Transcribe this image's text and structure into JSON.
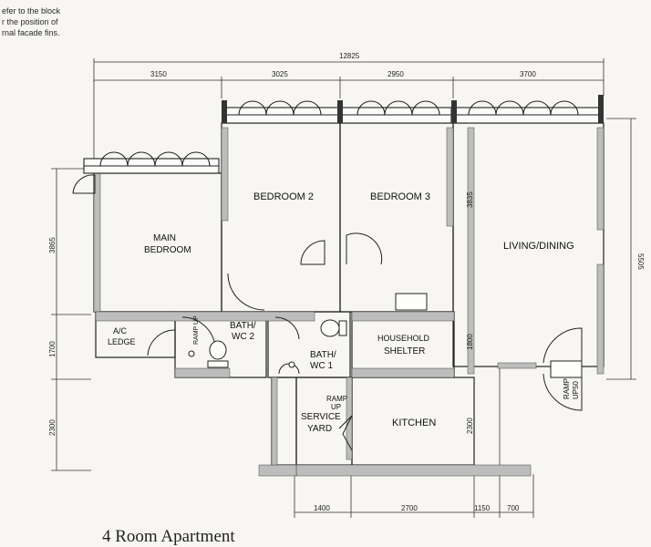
{
  "note": {
    "line1": "efer to the block",
    "line2": "r the position of",
    "line3": "rnal facade fins."
  },
  "caption": "4 Room Apartment",
  "rooms": {
    "bedroom2": "BEDROOM 2",
    "bedroom3": "BEDROOM 3",
    "living_dining": "LIVING/DINING",
    "main_line1": "MAIN",
    "main_line2": "BEDROOM",
    "ac_line1": "A/C",
    "ac_line2": "LEDGE",
    "bath2_line1": "BATH/",
    "bath2_line2": "WC 2",
    "bath1_line1": "BATH/",
    "bath1_line2": "WC 1",
    "shelter_line1": "HOUSEHOLD",
    "shelter_line2": "SHELTER",
    "service_line1": "SERVICE",
    "service_line2": "YARD",
    "kitchen": "KITCHEN"
  },
  "ramps": {
    "bath_ramp": "RAMP UP",
    "service_ramp_line1": "RAMP",
    "service_ramp_line2": "UP",
    "entrance_ramp_line1": "RAMP",
    "entrance_ramp_line2": "UP50"
  },
  "dimensions": {
    "overall": "12825",
    "top_1": "3150",
    "top_2": "3025",
    "top_3": "2950",
    "top_4": "3700",
    "left_1": "3865",
    "left_2": "1700",
    "left_3": "2300",
    "right_1": "5505",
    "inner_1": "3835",
    "inner_2": "1800",
    "inner_3": "2300",
    "bottom_1": "1400",
    "bottom_2": "2700",
    "bottom_3": "1150",
    "bottom_4": "700"
  }
}
